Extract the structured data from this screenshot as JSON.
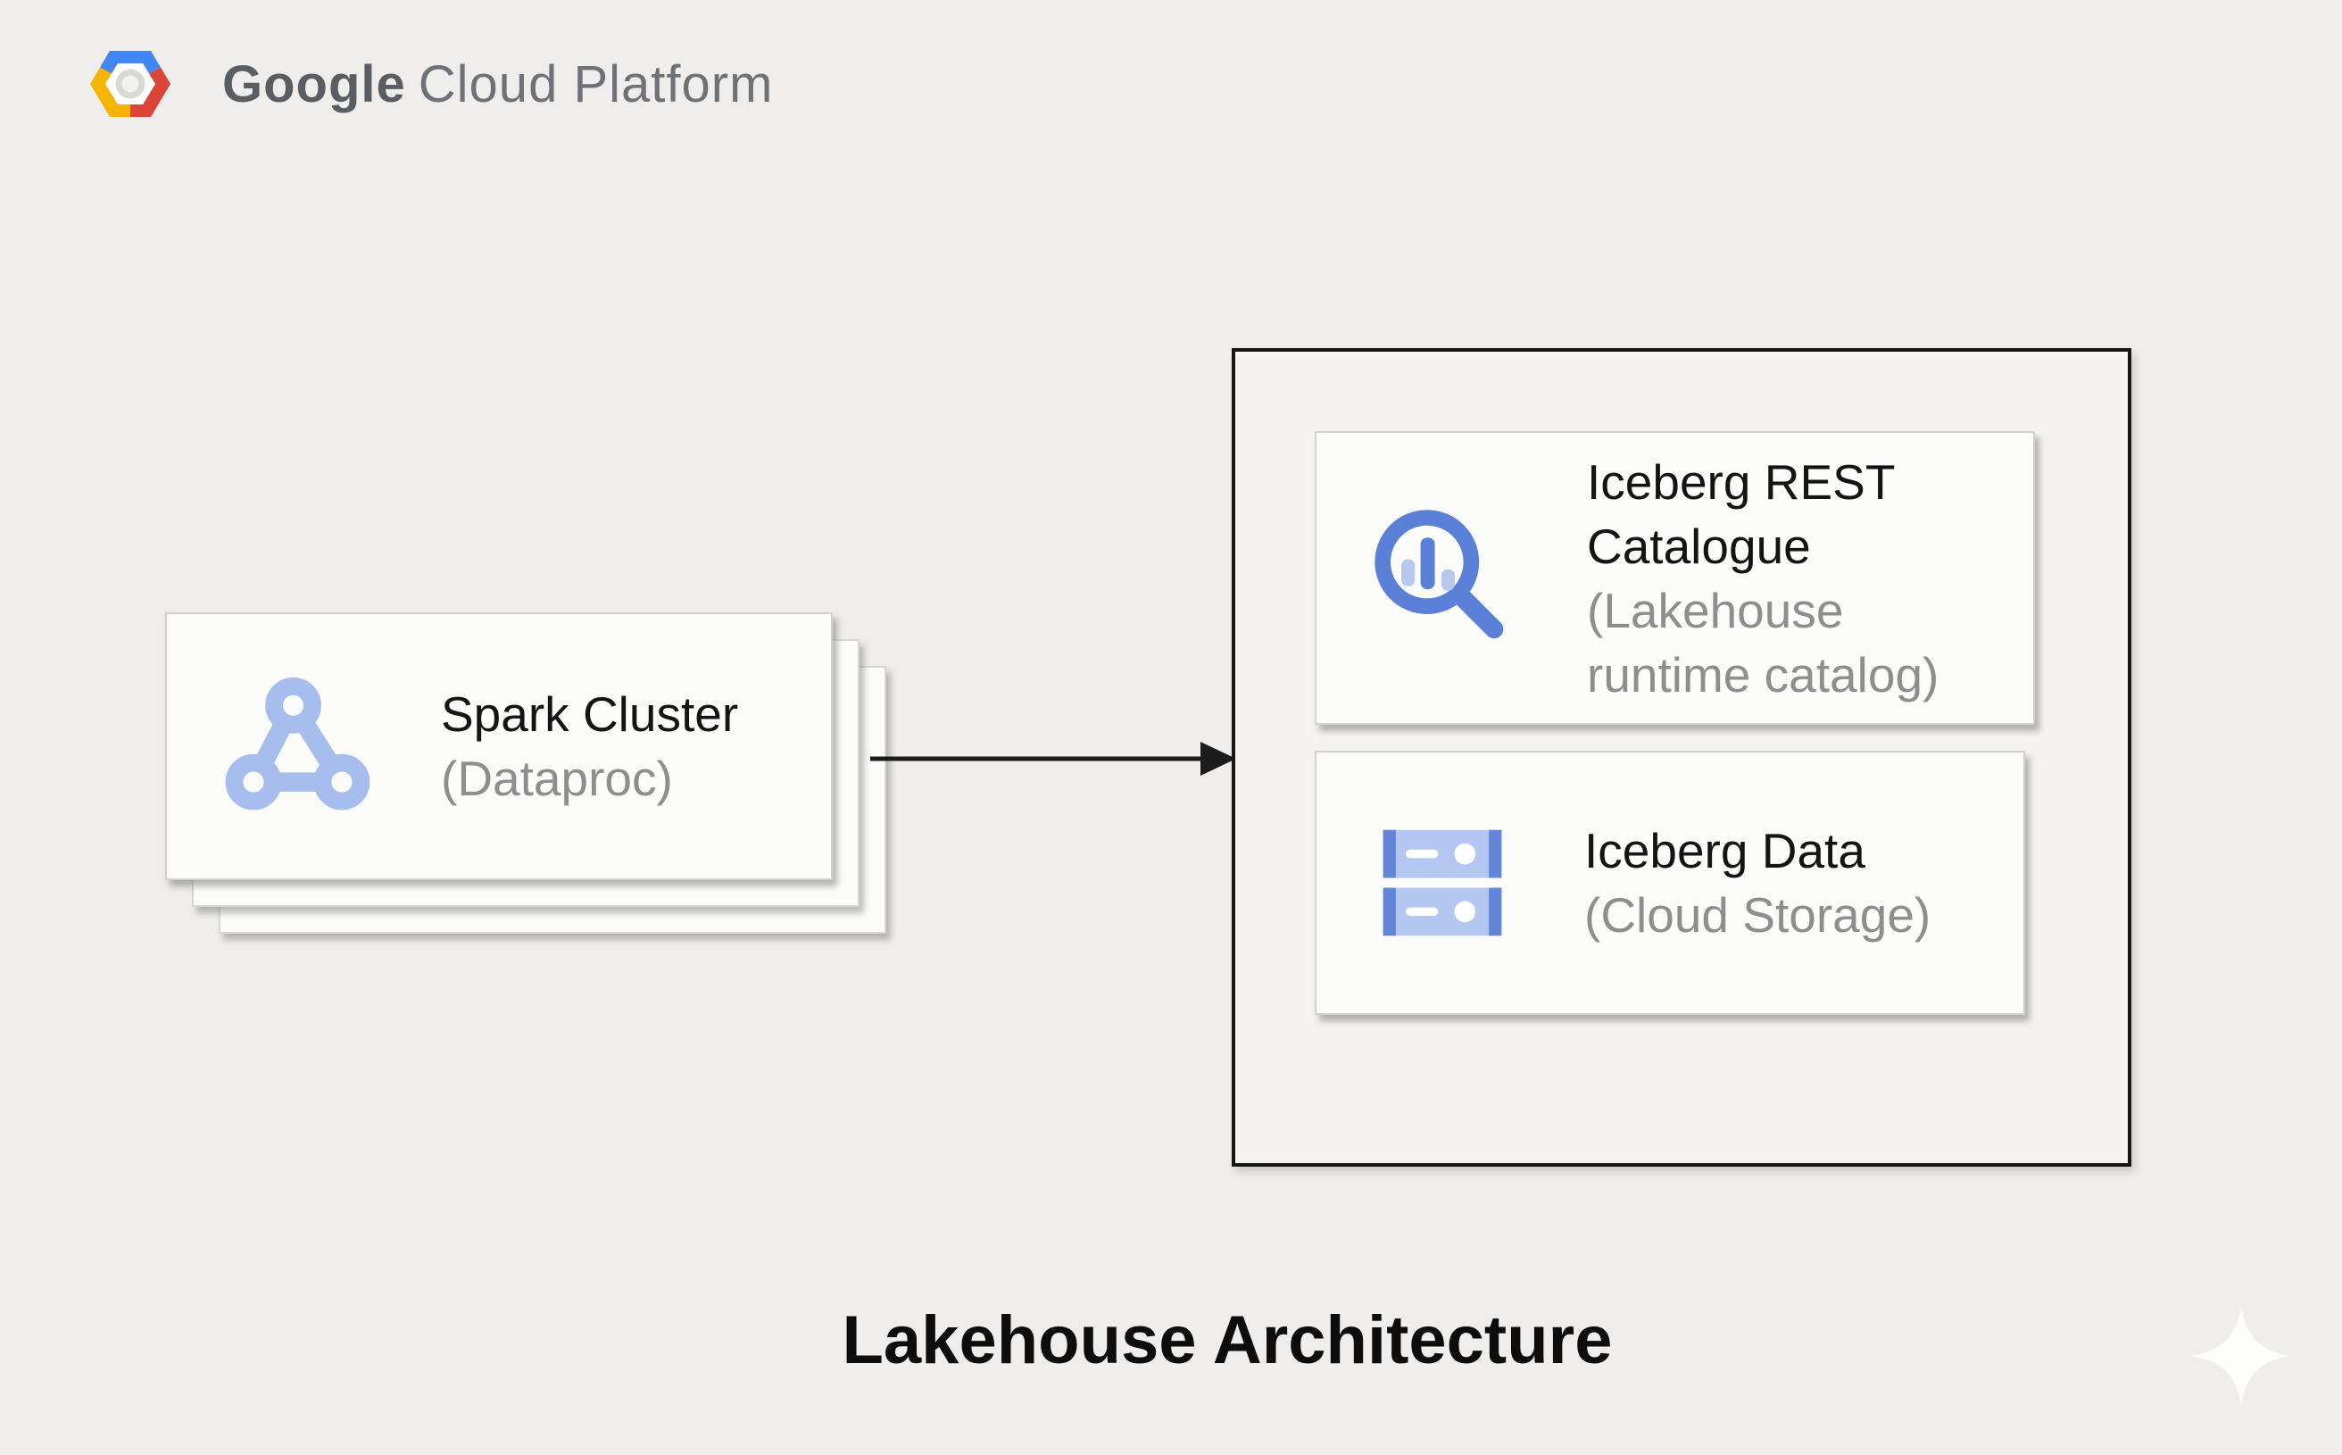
{
  "brand": {
    "name_bold": "Google",
    "name_light": "Cloud Platform",
    "icon": "gcp-hexagon-logo"
  },
  "nodes": {
    "spark": {
      "title": "Spark Cluster",
      "subtitle": "(Dataproc)",
      "icon": "dataproc-triangle-nodes-icon",
      "stacked_layers": 3
    },
    "catalog": {
      "title_lines": [
        "Iceberg REST",
        "Catalogue"
      ],
      "subtitle_lines": [
        "(Lakehouse",
        "runtime catalog)"
      ],
      "icon": "magnifier-bar-chart-icon"
    },
    "data": {
      "title": "Iceberg Data",
      "subtitle": "(Cloud Storage)",
      "icon": "storage-servers-icon"
    }
  },
  "connections": [
    {
      "from": "spark",
      "to": "lakehouse-container",
      "icon": "right-arrow"
    }
  ],
  "caption": "Lakehouse Architecture",
  "decorations": {
    "bottom_right": "four-point-star-icon"
  },
  "colors": {
    "background": "#efeeec",
    "container_fill": "#f5f4f2",
    "container_border": "#161616",
    "box_fill": "#fcfcfb",
    "box_border": "#d2d1cf",
    "title_text": "#141414",
    "subtitle_text": "#8e8e8e",
    "caption_text": "#0d0d0d",
    "arrow": "#1c1c1c",
    "gcp_blue": "#4285f4",
    "gcp_red": "#db4437",
    "gcp_yellow": "#f4b400",
    "dataproc_light_blue": "#a6bdee",
    "magnifier_blue": "#5b80d8",
    "pale_bar_blue": "#b9c9ee",
    "storage_body_blue": "#b3c7f0",
    "storage_edge_blue": "#6285d8",
    "logo_text_dark": "#5a5e62",
    "logo_text_light": "#6e7276"
  }
}
